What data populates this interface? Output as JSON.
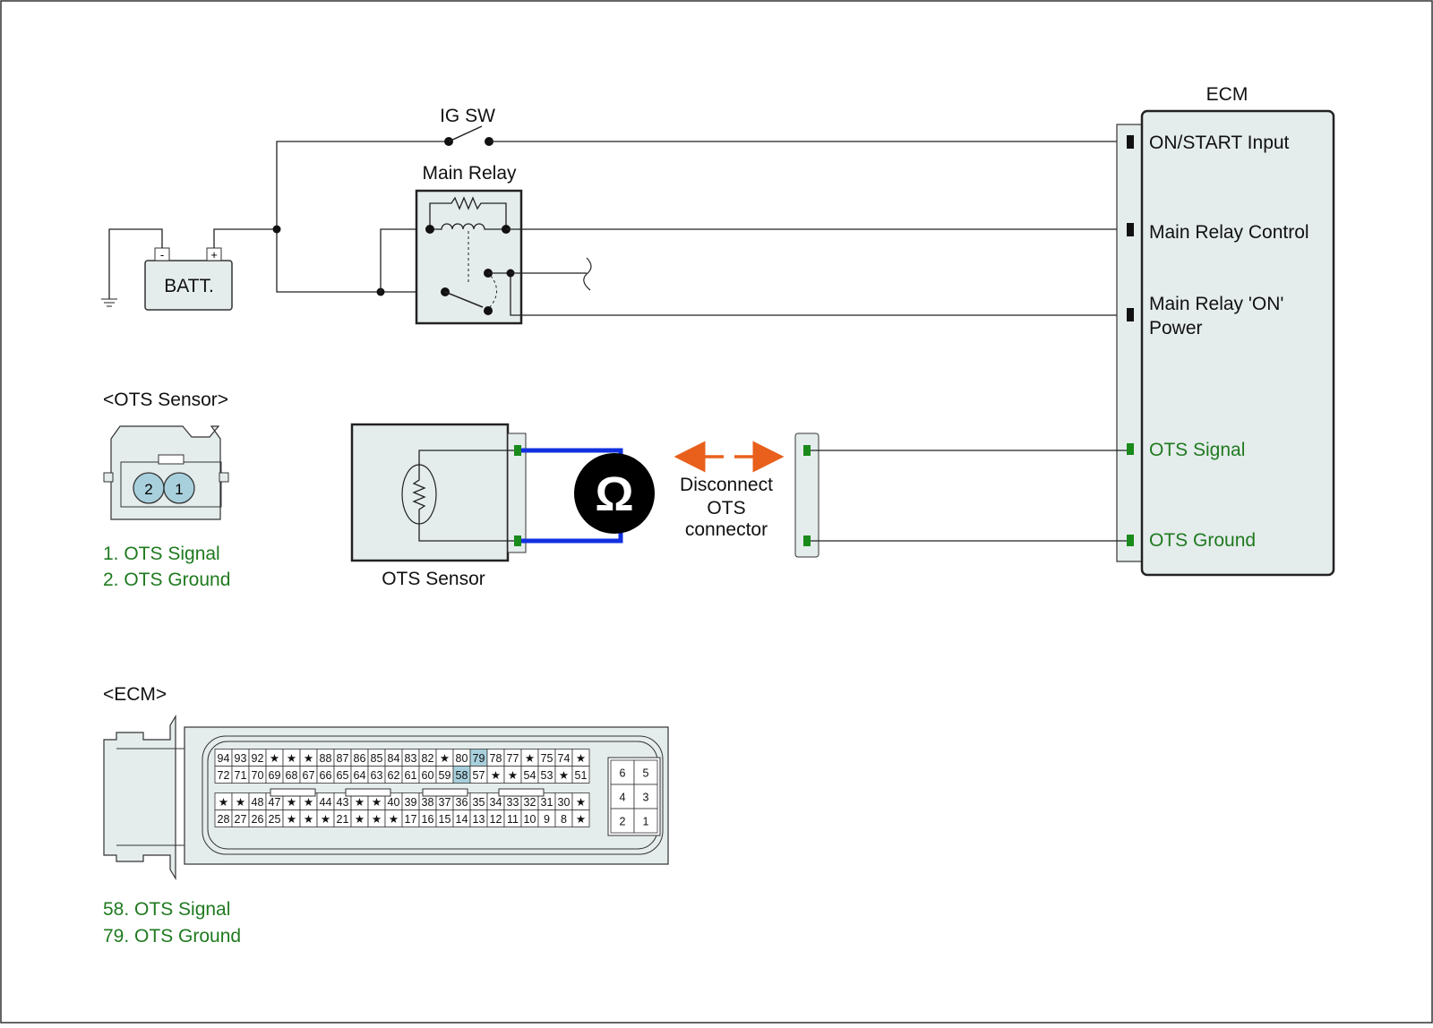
{
  "diagram": {
    "ig_sw": "IG SW",
    "main_relay": "Main Relay",
    "battery": "BATT.",
    "battery_neg": "-",
    "battery_pos": "+",
    "ecm_title": "ECM",
    "ecm_pins": {
      "on_start": "ON/START Input",
      "relay_control": "Main Relay Control",
      "relay_on_power_1": "Main Relay 'ON'",
      "relay_on_power_2": "Power",
      "ots_signal": "OTS Signal",
      "ots_ground": "OTS Ground"
    },
    "ots_sensor_box_label": "OTS Sensor",
    "ohm_symbol": "Ω",
    "disconnect_1": "Disconnect",
    "disconnect_2": "OTS",
    "disconnect_3": "connector"
  },
  "ots_connector": {
    "title": "<OTS Sensor>",
    "pin_1": "1",
    "pin_2": "2",
    "legend_1": "1. OTS Signal",
    "legend_2": "2. OTS Ground"
  },
  "ecm_connector": {
    "title": "<ECM>",
    "row1": [
      "94",
      "93",
      "92",
      "★",
      "★",
      "★",
      "88",
      "87",
      "86",
      "85",
      "84",
      "83",
      "82",
      "★",
      "80",
      "79",
      "78",
      "77",
      "★",
      "75",
      "74",
      "★"
    ],
    "row2": [
      "72",
      "71",
      "70",
      "69",
      "68",
      "67",
      "66",
      "65",
      "64",
      "63",
      "62",
      "61",
      "60",
      "59",
      "58",
      "57",
      "★",
      "★",
      "54",
      "53",
      "★",
      "51"
    ],
    "row3": [
      "★",
      "★",
      "48",
      "47",
      "★",
      "★",
      "44",
      "43",
      "★",
      "★",
      "40",
      "39",
      "38",
      "37",
      "36",
      "35",
      "34",
      "33",
      "32",
      "31",
      "30",
      "★"
    ],
    "row4": [
      "28",
      "27",
      "26",
      "25",
      "★",
      "★",
      "★",
      "21",
      "★",
      "★",
      "★",
      "17",
      "16",
      "15",
      "14",
      "13",
      "12",
      "11",
      "10",
      "9",
      "8",
      "★"
    ],
    "side": [
      "6",
      "5",
      "4",
      "3",
      "2",
      "1"
    ],
    "highlighted": [
      "79",
      "58"
    ],
    "legend_1": "58. OTS Signal",
    "legend_2": "79. OTS Ground"
  },
  "colors": {
    "wire": "#222222",
    "probe_wire": "#1030e0",
    "arrow": "#e8601c",
    "pin_green": "#1a8a1a",
    "highlight": "#a8d0dc",
    "ecm_fill": "#e5ecec",
    "signal_text": "#1f7a1f"
  }
}
